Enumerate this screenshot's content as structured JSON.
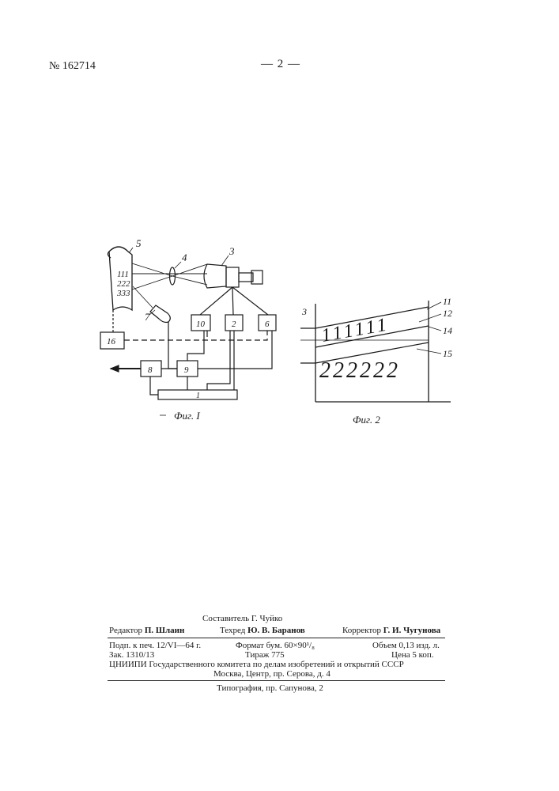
{
  "header": {
    "patent_number": "№ 162714",
    "page_number": "— 2 —"
  },
  "figure1": {
    "caption": "Фиг. I",
    "card_text": [
      "111",
      "222",
      "333"
    ],
    "labels": {
      "l1": "1",
      "l2": "2",
      "l3": "3",
      "l4": "4",
      "l5": "5",
      "l6": "6",
      "l7": "7",
      "l8": "8",
      "l9": "9",
      "l10": "10",
      "l16": "16"
    }
  },
  "figure2": {
    "caption": "Фиг. 2",
    "row1": "111111",
    "row2": "222222",
    "labels": {
      "l3": "3",
      "l11": "11",
      "l12": "12",
      "l14": "14",
      "l15": "15"
    }
  },
  "imprint": {
    "compiler": "Составитель Г. Чуйко",
    "editor_label": "Редактор",
    "editor_name": "П. Шлаин",
    "techred_label": "Техред",
    "techred_name": "Ю. В. Баранов",
    "corrector_label": "Корректор",
    "corrector_name": "Г. И. Чугунова",
    "signed": "Подп. к печ. 12/VI—64 г.",
    "format": "Формат бум. 60×90¹/₈",
    "volume": "Объем 0,13 изд. л.",
    "order": "Зак. 1310/13",
    "circulation": "Тираж 775",
    "price": "Цена 5 коп.",
    "institute": "ЦНИИПИ  Государственного  комитета  по  делам  изобретений  и  открытий  СССР",
    "address": "Москва, Центр, пр. Серова, д. 4",
    "printing": "Типография, пр. Сапунова, 2"
  }
}
